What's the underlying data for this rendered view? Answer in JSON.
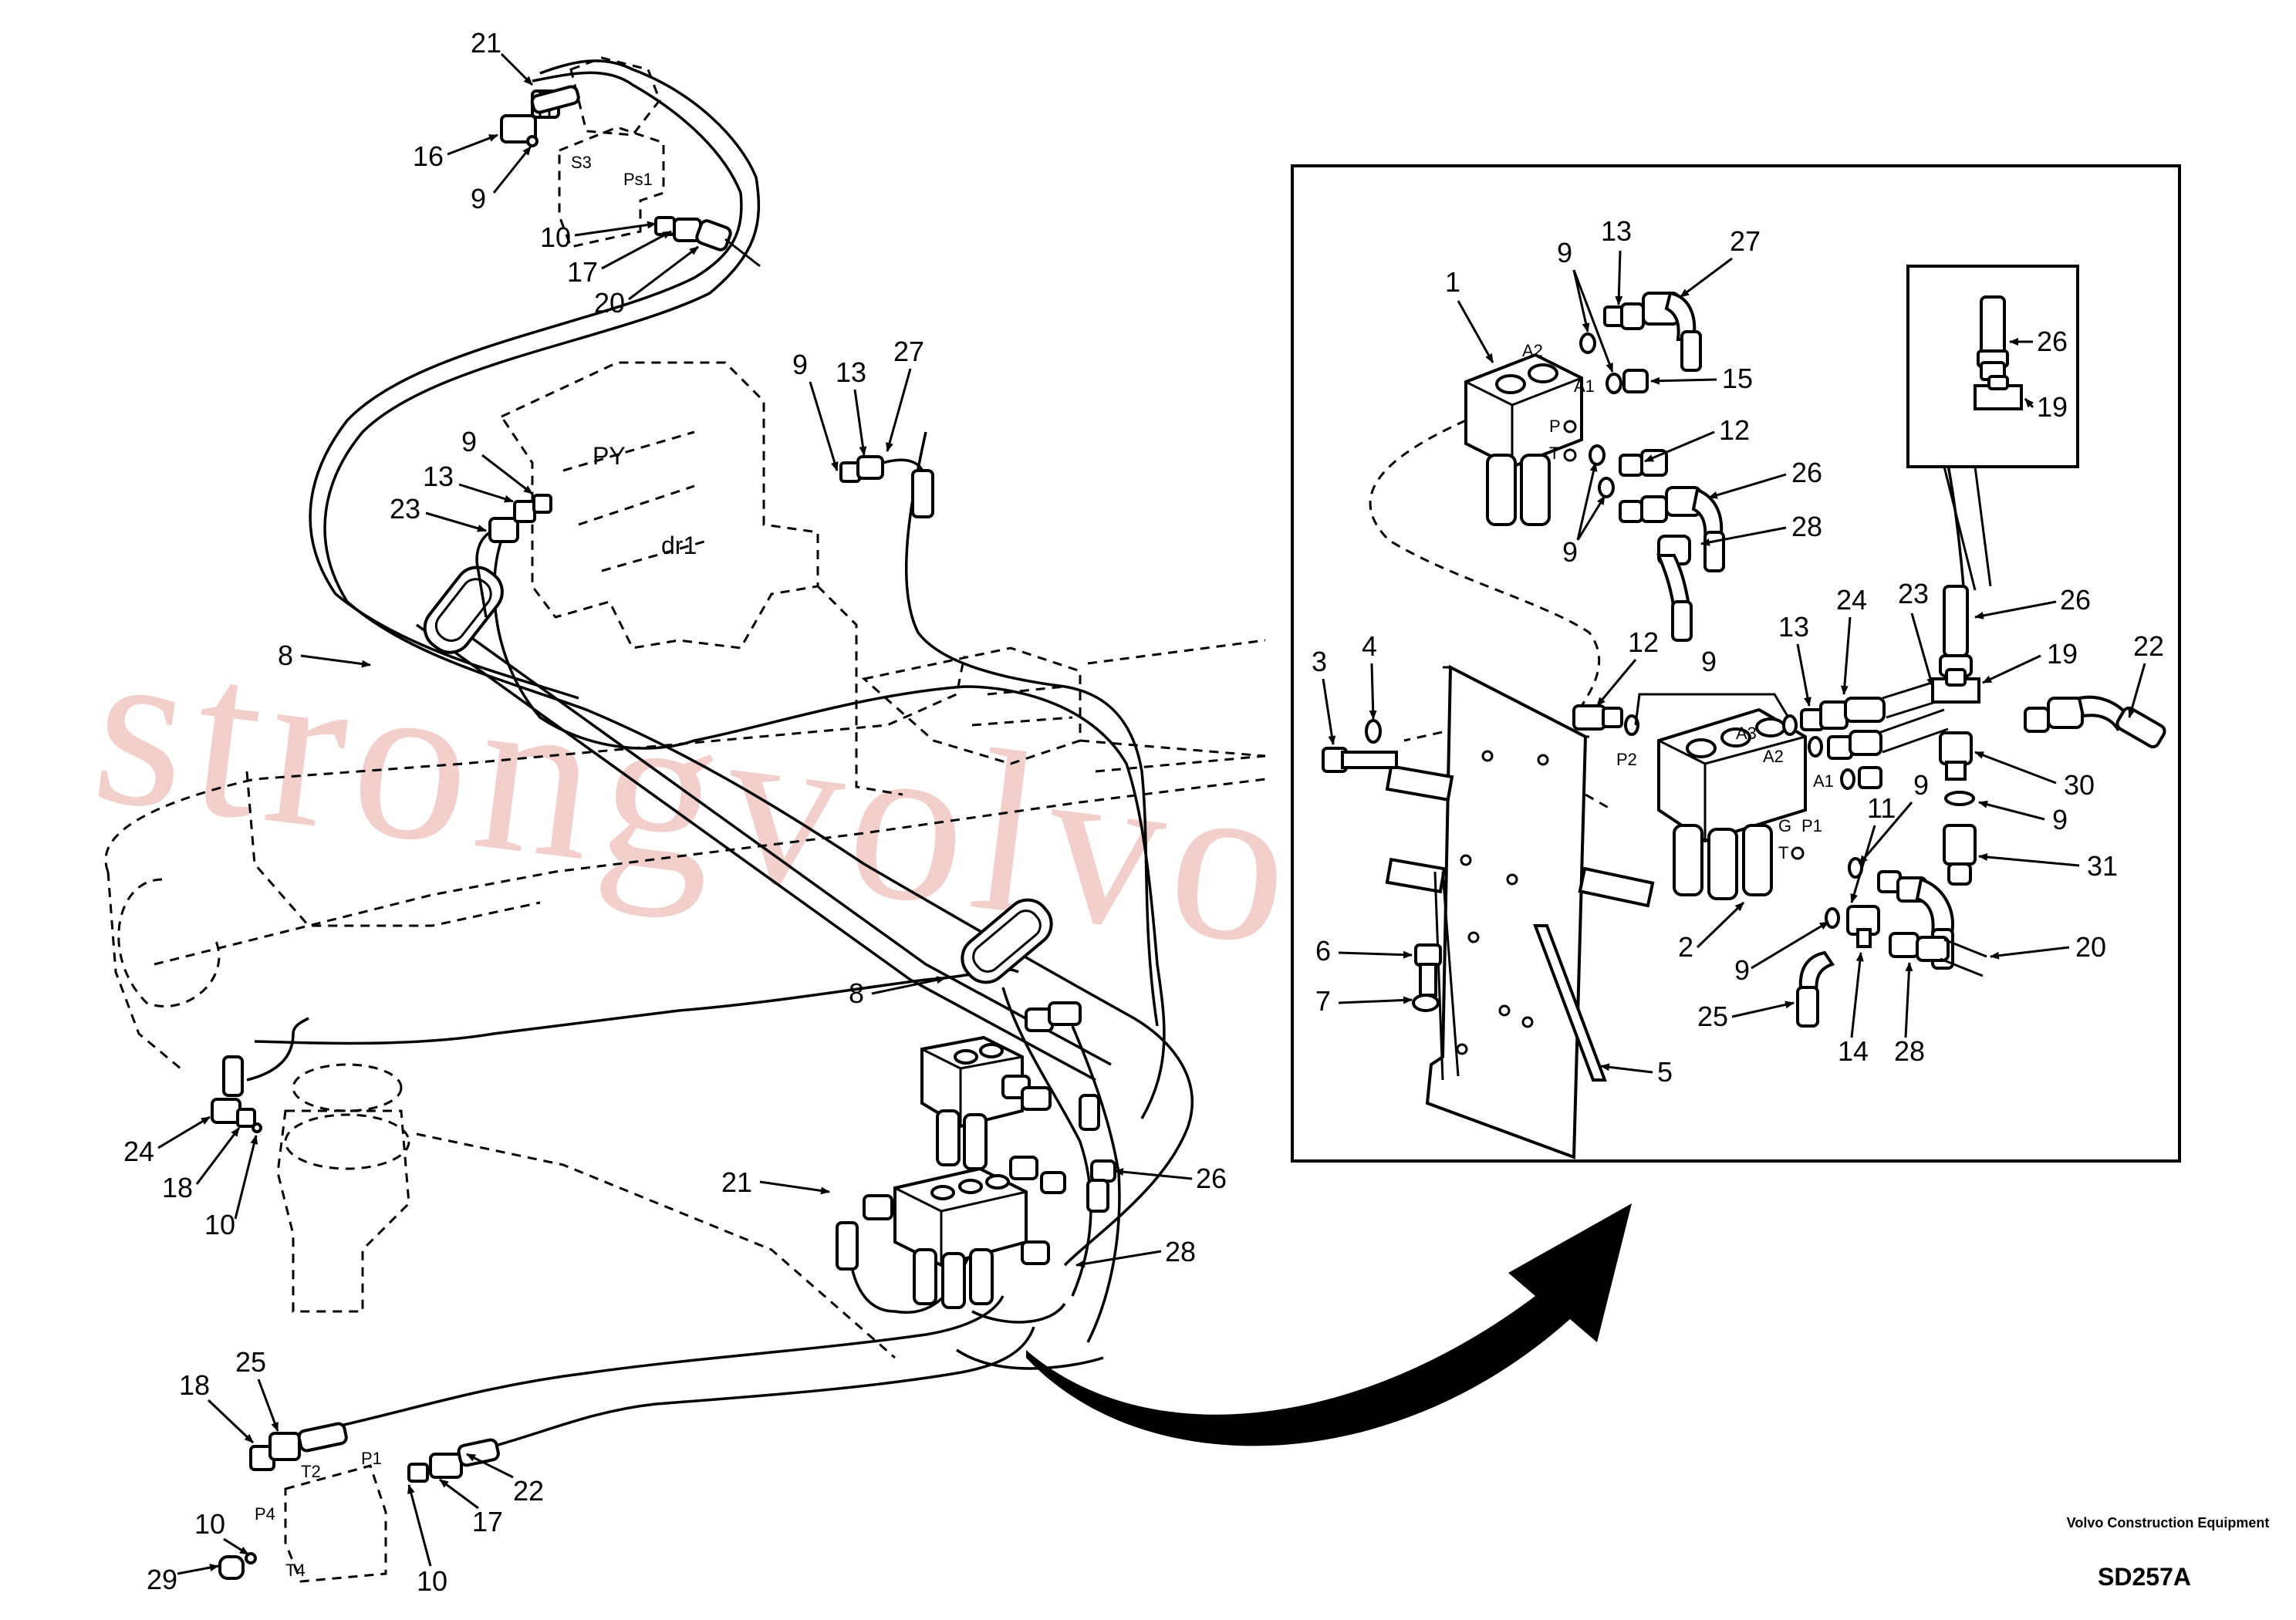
{
  "watermark": "strongvolvo.com",
  "company": "Volvo Construction Equipment",
  "drawing_code": "SD257A",
  "ports": {
    "s3": "S3",
    "ps1": "Ps1",
    "py": "PY",
    "dr1": "dr1",
    "a2_top": "A2",
    "a1_top": "A1",
    "p_top": "P",
    "t_top": "T",
    "p2": "P2",
    "a3": "A3",
    "a2_mid": "A2",
    "a1_mid": "A1",
    "g": "G",
    "p1_mid": "P1",
    "t_mid": "T",
    "t2": "T2",
    "p1_bot": "P1",
    "p4": "P4",
    "t4": "T4"
  },
  "callouts_main": {
    "c21a": "21",
    "c16": "16",
    "c9a": "9",
    "c10a": "10",
    "c17a": "17",
    "c20a": "20",
    "c9b": "9",
    "c13a": "13",
    "c27a": "27",
    "c9c": "9",
    "c13b": "13",
    "c23a": "23",
    "c8a": "8",
    "c8b": "8",
    "c24a": "24",
    "c18a": "18",
    "c10b": "10",
    "c21b": "21",
    "c26a": "26",
    "c28a": "28",
    "c18b": "18",
    "c25a": "25",
    "c29": "29",
    "c10c": "10",
    "c10d": "10",
    "c17b": "17",
    "c22a": "22"
  },
  "callouts_detail": {
    "d1": "1",
    "d9a": "9",
    "d13a": "13",
    "d27": "27",
    "d15": "15",
    "d12a": "12",
    "d26a": "26",
    "d9b": "9",
    "d28a": "28",
    "d3": "3",
    "d4": "4",
    "d12b": "12",
    "d9c": "9",
    "d13b": "13",
    "d24": "24",
    "d23": "23",
    "d26b": "26",
    "d19a": "19",
    "d22": "22",
    "d30": "30",
    "d9d": "9",
    "d31": "31",
    "d9e": "9",
    "d11": "11",
    "d6": "6",
    "d7": "7",
    "d2": "2",
    "d9f": "9",
    "d20": "20",
    "d25": "25",
    "d14": "14",
    "d28b": "28",
    "d5": "5",
    "d26c": "26",
    "d19b": "19"
  }
}
